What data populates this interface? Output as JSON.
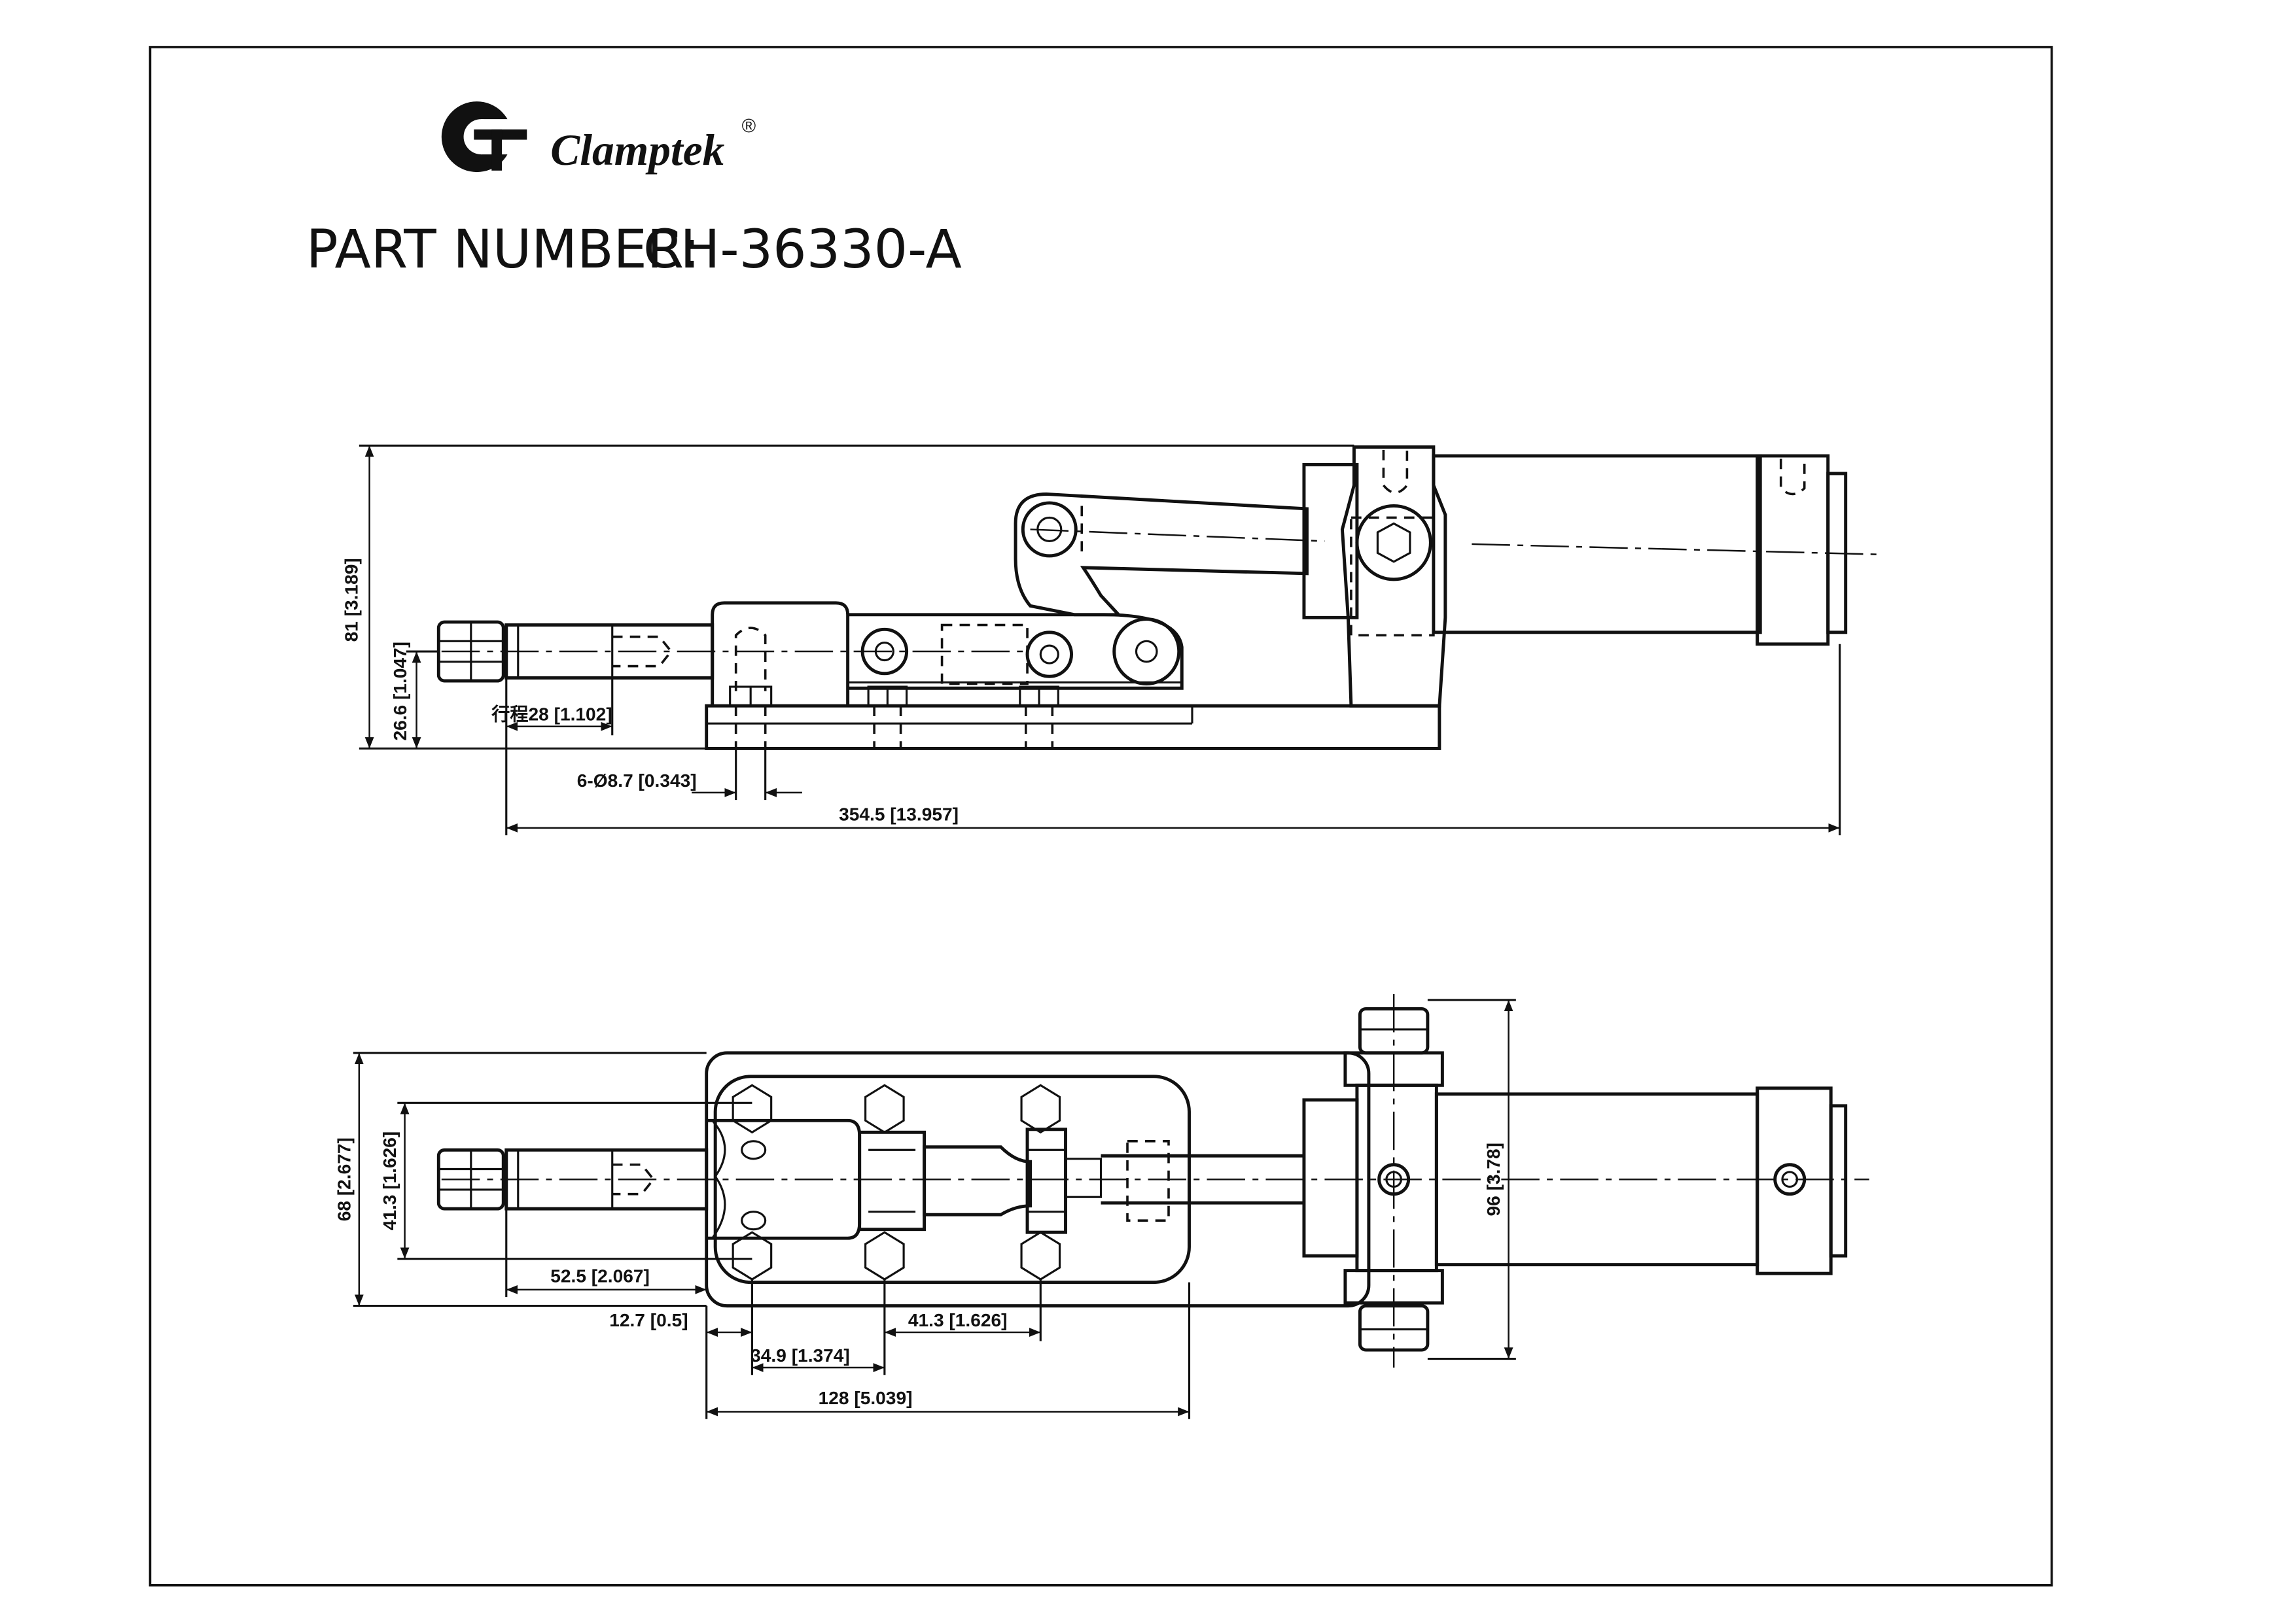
{
  "brand": {
    "name": "Clamptek",
    "registered": "®"
  },
  "title": {
    "label": "PART NUMBER:",
    "value": "CH-36330-A"
  },
  "side_view": {
    "dims": {
      "height_overall": "81 [3.189]",
      "height_rod": "26.6 [1.047]",
      "stroke": "行程28 [1.102]",
      "holes": "6-Ø8.7 [0.343]",
      "length_overall": "354.5 [13.957]"
    }
  },
  "top_view": {
    "dims": {
      "width_base": "68 [2.677]",
      "width_holes": "41.3 [1.626]",
      "rod_extension": "52.5 [2.067]",
      "edge_offset": "12.7 [0.5]",
      "hole_pitch_a": "34.9 [1.374]",
      "hole_pitch_b": "41.3 [1.626]",
      "base_length": "128 [5.039]",
      "cylinder_width": "96 [3.78]"
    }
  }
}
